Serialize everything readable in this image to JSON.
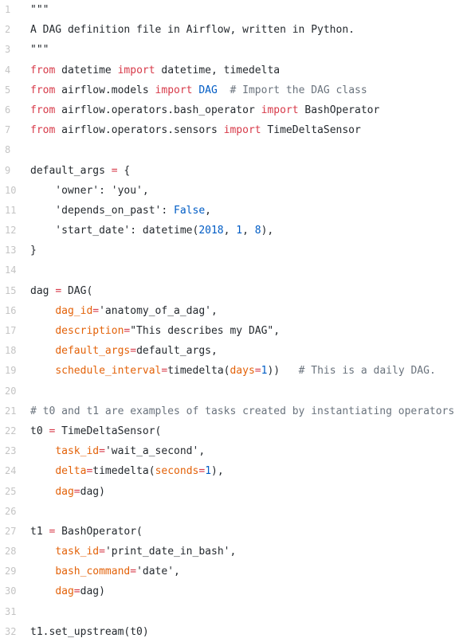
{
  "lines": [
    {
      "n": "1",
      "tokens": [
        {
          "t": "\"\"\"",
          "c": ""
        }
      ]
    },
    {
      "n": "2",
      "tokens": [
        {
          "t": "A DAG definition file in Airflow, written in Python.",
          "c": ""
        }
      ]
    },
    {
      "n": "3",
      "tokens": [
        {
          "t": "\"\"\"",
          "c": ""
        }
      ]
    },
    {
      "n": "4",
      "tokens": [
        {
          "t": "from",
          "c": "kw"
        },
        {
          "t": " datetime ",
          "c": ""
        },
        {
          "t": "import",
          "c": "kw"
        },
        {
          "t": " datetime, timedelta",
          "c": ""
        }
      ]
    },
    {
      "n": "5",
      "tokens": [
        {
          "t": "from",
          "c": "kw"
        },
        {
          "t": " airflow.models ",
          "c": ""
        },
        {
          "t": "import",
          "c": "kw"
        },
        {
          "t": " ",
          "c": ""
        },
        {
          "t": "DAG",
          "c": "cls"
        },
        {
          "t": "  ",
          "c": ""
        },
        {
          "t": "# Import the DAG class",
          "c": "cm"
        }
      ]
    },
    {
      "n": "6",
      "tokens": [
        {
          "t": "from",
          "c": "kw"
        },
        {
          "t": " airflow.operators.bash_operator ",
          "c": ""
        },
        {
          "t": "import",
          "c": "kw"
        },
        {
          "t": " BashOperator",
          "c": ""
        }
      ]
    },
    {
      "n": "7",
      "tokens": [
        {
          "t": "from",
          "c": "kw"
        },
        {
          "t": " airflow.operators.sensors ",
          "c": ""
        },
        {
          "t": "import",
          "c": "kw"
        },
        {
          "t": " TimeDeltaSensor",
          "c": ""
        }
      ]
    },
    {
      "n": "8",
      "tokens": []
    },
    {
      "n": "9",
      "tokens": [
        {
          "t": "default_args ",
          "c": ""
        },
        {
          "t": "=",
          "c": "kw"
        },
        {
          "t": " {",
          "c": ""
        }
      ]
    },
    {
      "n": "10",
      "tokens": [
        {
          "t": "    'owner': 'you',",
          "c": ""
        }
      ]
    },
    {
      "n": "11",
      "tokens": [
        {
          "t": "    'depends_on_past': ",
          "c": ""
        },
        {
          "t": "False",
          "c": "bi"
        },
        {
          "t": ",",
          "c": ""
        }
      ]
    },
    {
      "n": "12",
      "tokens": [
        {
          "t": "    'start_date': datetime(",
          "c": ""
        },
        {
          "t": "2018",
          "c": "num"
        },
        {
          "t": ", ",
          "c": ""
        },
        {
          "t": "1",
          "c": "num"
        },
        {
          "t": ", ",
          "c": ""
        },
        {
          "t": "8",
          "c": "num"
        },
        {
          "t": "),",
          "c": ""
        }
      ]
    },
    {
      "n": "13",
      "tokens": [
        {
          "t": "}",
          "c": ""
        }
      ]
    },
    {
      "n": "14",
      "tokens": []
    },
    {
      "n": "15",
      "tokens": [
        {
          "t": "dag ",
          "c": ""
        },
        {
          "t": "=",
          "c": "kw"
        },
        {
          "t": " DAG(",
          "c": ""
        }
      ]
    },
    {
      "n": "16",
      "tokens": [
        {
          "t": "    ",
          "c": ""
        },
        {
          "t": "dag_id",
          "c": "prm"
        },
        {
          "t": "=",
          "c": "kw"
        },
        {
          "t": "'anatomy_of_a_dag',",
          "c": ""
        }
      ]
    },
    {
      "n": "17",
      "tokens": [
        {
          "t": "    ",
          "c": ""
        },
        {
          "t": "description",
          "c": "prm"
        },
        {
          "t": "=",
          "c": "kw"
        },
        {
          "t": "\"This describes my DAG\",",
          "c": ""
        }
      ]
    },
    {
      "n": "18",
      "tokens": [
        {
          "t": "    ",
          "c": ""
        },
        {
          "t": "default_args",
          "c": "prm"
        },
        {
          "t": "=",
          "c": "kw"
        },
        {
          "t": "default_args,",
          "c": ""
        }
      ]
    },
    {
      "n": "19",
      "tokens": [
        {
          "t": "    ",
          "c": ""
        },
        {
          "t": "schedule_interval",
          "c": "prm"
        },
        {
          "t": "=",
          "c": "kw"
        },
        {
          "t": "timedelta(",
          "c": ""
        },
        {
          "t": "days",
          "c": "prm"
        },
        {
          "t": "=",
          "c": "kw"
        },
        {
          "t": "1",
          "c": "num"
        },
        {
          "t": "))   ",
          "c": ""
        },
        {
          "t": "# This is a daily DAG.",
          "c": "cm"
        }
      ]
    },
    {
      "n": "20",
      "tokens": []
    },
    {
      "n": "21",
      "tokens": [
        {
          "t": "# t0 and t1 are examples of tasks created by instantiating operators",
          "c": "cm"
        }
      ]
    },
    {
      "n": "22",
      "tokens": [
        {
          "t": "t0 ",
          "c": ""
        },
        {
          "t": "=",
          "c": "kw"
        },
        {
          "t": " TimeDeltaSensor(",
          "c": ""
        }
      ]
    },
    {
      "n": "23",
      "tokens": [
        {
          "t": "    ",
          "c": ""
        },
        {
          "t": "task_id",
          "c": "prm"
        },
        {
          "t": "=",
          "c": "kw"
        },
        {
          "t": "'wait_a_second',",
          "c": ""
        }
      ]
    },
    {
      "n": "24",
      "tokens": [
        {
          "t": "    ",
          "c": ""
        },
        {
          "t": "delta",
          "c": "prm"
        },
        {
          "t": "=",
          "c": "kw"
        },
        {
          "t": "timedelta(",
          "c": ""
        },
        {
          "t": "seconds",
          "c": "prm"
        },
        {
          "t": "=",
          "c": "kw"
        },
        {
          "t": "1",
          "c": "num"
        },
        {
          "t": "),",
          "c": ""
        }
      ]
    },
    {
      "n": "25",
      "tokens": [
        {
          "t": "    ",
          "c": ""
        },
        {
          "t": "dag",
          "c": "prm"
        },
        {
          "t": "=",
          "c": "kw"
        },
        {
          "t": "dag)",
          "c": ""
        }
      ]
    },
    {
      "n": "26",
      "tokens": []
    },
    {
      "n": "27",
      "tokens": [
        {
          "t": "t1 ",
          "c": ""
        },
        {
          "t": "=",
          "c": "kw"
        },
        {
          "t": " BashOperator(",
          "c": ""
        }
      ]
    },
    {
      "n": "28",
      "tokens": [
        {
          "t": "    ",
          "c": ""
        },
        {
          "t": "task_id",
          "c": "prm"
        },
        {
          "t": "=",
          "c": "kw"
        },
        {
          "t": "'print_date_in_bash',",
          "c": ""
        }
      ]
    },
    {
      "n": "29",
      "tokens": [
        {
          "t": "    ",
          "c": ""
        },
        {
          "t": "bash_command",
          "c": "prm"
        },
        {
          "t": "=",
          "c": "kw"
        },
        {
          "t": "'date',",
          "c": ""
        }
      ]
    },
    {
      "n": "30",
      "tokens": [
        {
          "t": "    ",
          "c": ""
        },
        {
          "t": "dag",
          "c": "prm"
        },
        {
          "t": "=",
          "c": "kw"
        },
        {
          "t": "dag)",
          "c": ""
        }
      ]
    },
    {
      "n": "31",
      "tokens": []
    },
    {
      "n": "32",
      "tokens": [
        {
          "t": "t1.set_upstream(t0)",
          "c": ""
        }
      ]
    }
  ],
  "colors": {
    "keyword": "#d73a49",
    "builtin": "#005cc5",
    "comment": "#6a737d",
    "param": "#e36209",
    "lineno": "#c4c4c4",
    "text": "#24292e"
  }
}
